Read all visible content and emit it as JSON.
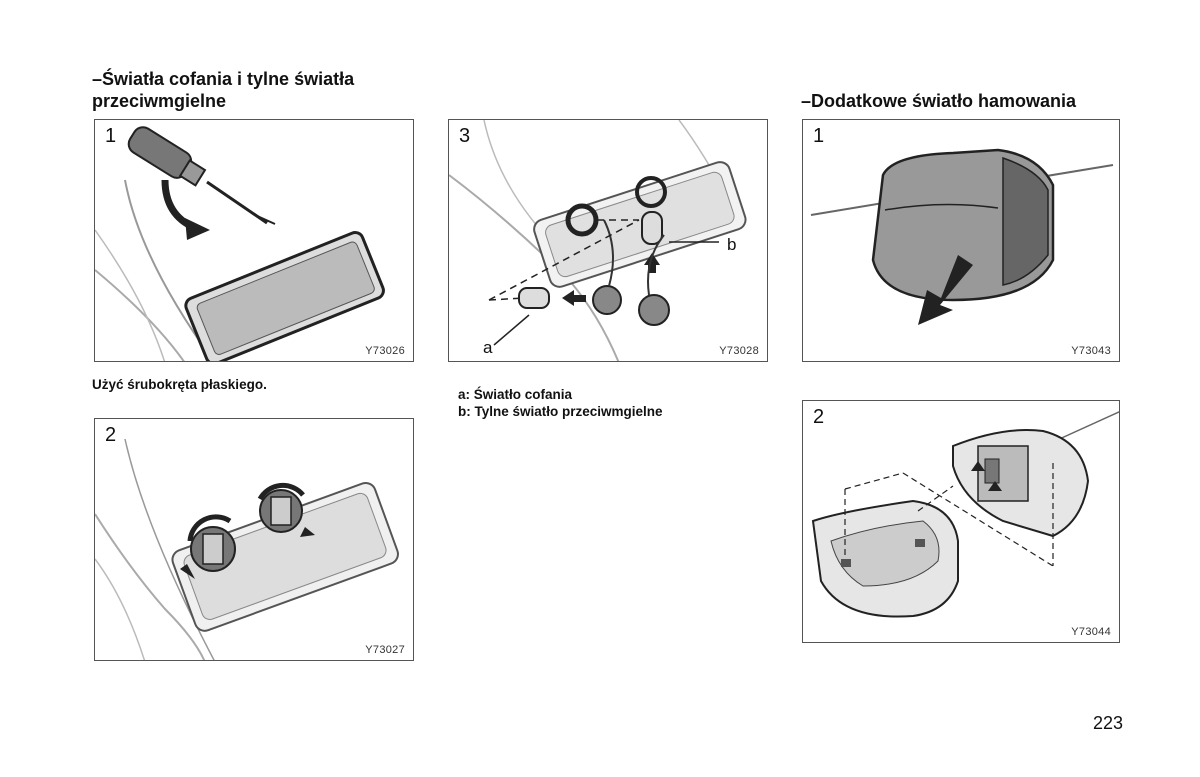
{
  "left_section": {
    "heading_line1": "–Światła cofania i tylne światła",
    "heading_line2": "przeciwmgielne"
  },
  "right_section": {
    "heading": "–Dodatkowe światło hamowania"
  },
  "figures": {
    "fig_left_1": {
      "number": "1",
      "code": "Y73026"
    },
    "fig_left_2": {
      "number": "2",
      "code": "Y73027"
    },
    "fig_mid_3": {
      "number": "3",
      "code": "Y73028",
      "callout_a": "a",
      "callout_b": "b"
    },
    "fig_right_1": {
      "number": "1",
      "code": "Y73043"
    },
    "fig_right_2": {
      "number": "2",
      "code": "Y73044"
    }
  },
  "captions": {
    "fig_left_1": "Użyć śrubokręta płaskiego.",
    "fig_mid_3_legend": [
      "a: Światło cofania",
      "b: Tylne światło przeciwmgielne"
    ]
  },
  "page_number": "223"
}
